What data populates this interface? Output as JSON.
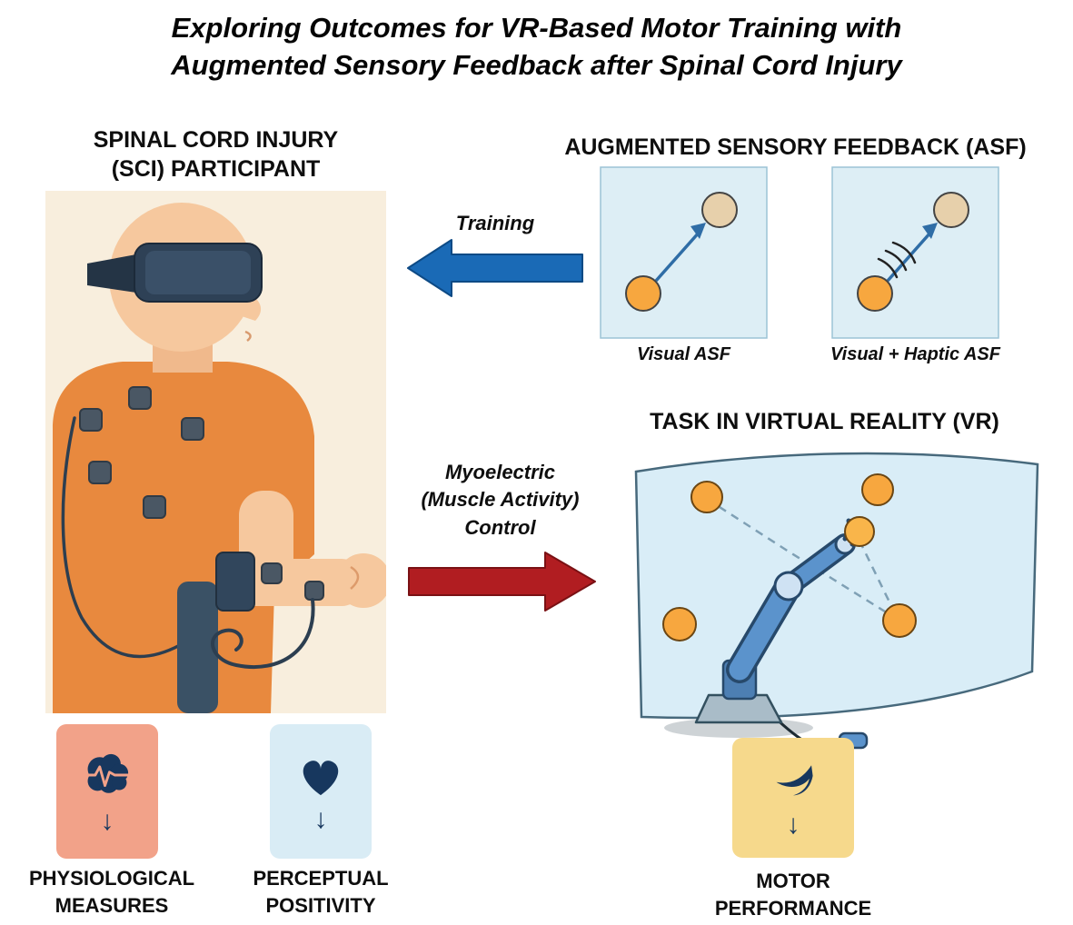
{
  "title": "Exploring Outcomes for VR-Based Motor Training with\nAugmented Sensory Feedback after Spinal Cord Injury",
  "sections": {
    "participant": {
      "heading": "SPINAL CORD INJURY\n(SCI) PARTICIPANT"
    },
    "asf": {
      "heading": "AUGMENTED SENSORY FEEDBACK (ASF)",
      "panels": [
        {
          "label": "Visual ASF",
          "icon": "visual-asf-target-diagram"
        },
        {
          "label": "Visual + Haptic ASF",
          "icon": "visual-haptic-asf-target-diagram"
        }
      ]
    },
    "vr": {
      "heading": "TASK IN VIRTUAL REALITY (VR)"
    }
  },
  "arrows": {
    "training": {
      "label": "Training",
      "color": "#1a6ab6",
      "direction": "left"
    },
    "myoelectric": {
      "label": "Myoelectric\n(Muscle Activity)\nControl",
      "color": "#b11d21",
      "direction": "right"
    }
  },
  "outcomes": [
    {
      "label": "PHYSIOLOGICAL\nMEASURES",
      "icon": "brain-pulse-icon",
      "box_color": "#f2a289",
      "arrow_glyph": "↓"
    },
    {
      "label": "PERCEPTUAL\nPOSITIVITY",
      "icon": "heart-icon",
      "box_color": "#d9ecf5",
      "arrow_glyph": "↓"
    },
    {
      "label": "MOTOR\nPERFORMANCE",
      "icon": "motion-swoosh-icon",
      "box_color": "#f6d98c",
      "arrow_glyph": "↓"
    }
  ],
  "colors": {
    "background": "#ffffff",
    "participant_panel_bg": "#f8eedd",
    "asf_panel_bg": "#ddeef5",
    "vr_screen": "#d9edf7",
    "target_orange": "#f7a73f",
    "target_tan": "#e7d0ab",
    "robot_blue": "#5b93cc",
    "icon_navy": "#17375e",
    "training_arrow_blue": "#1a6ab6",
    "myoelectric_arrow_red": "#b11d21"
  }
}
